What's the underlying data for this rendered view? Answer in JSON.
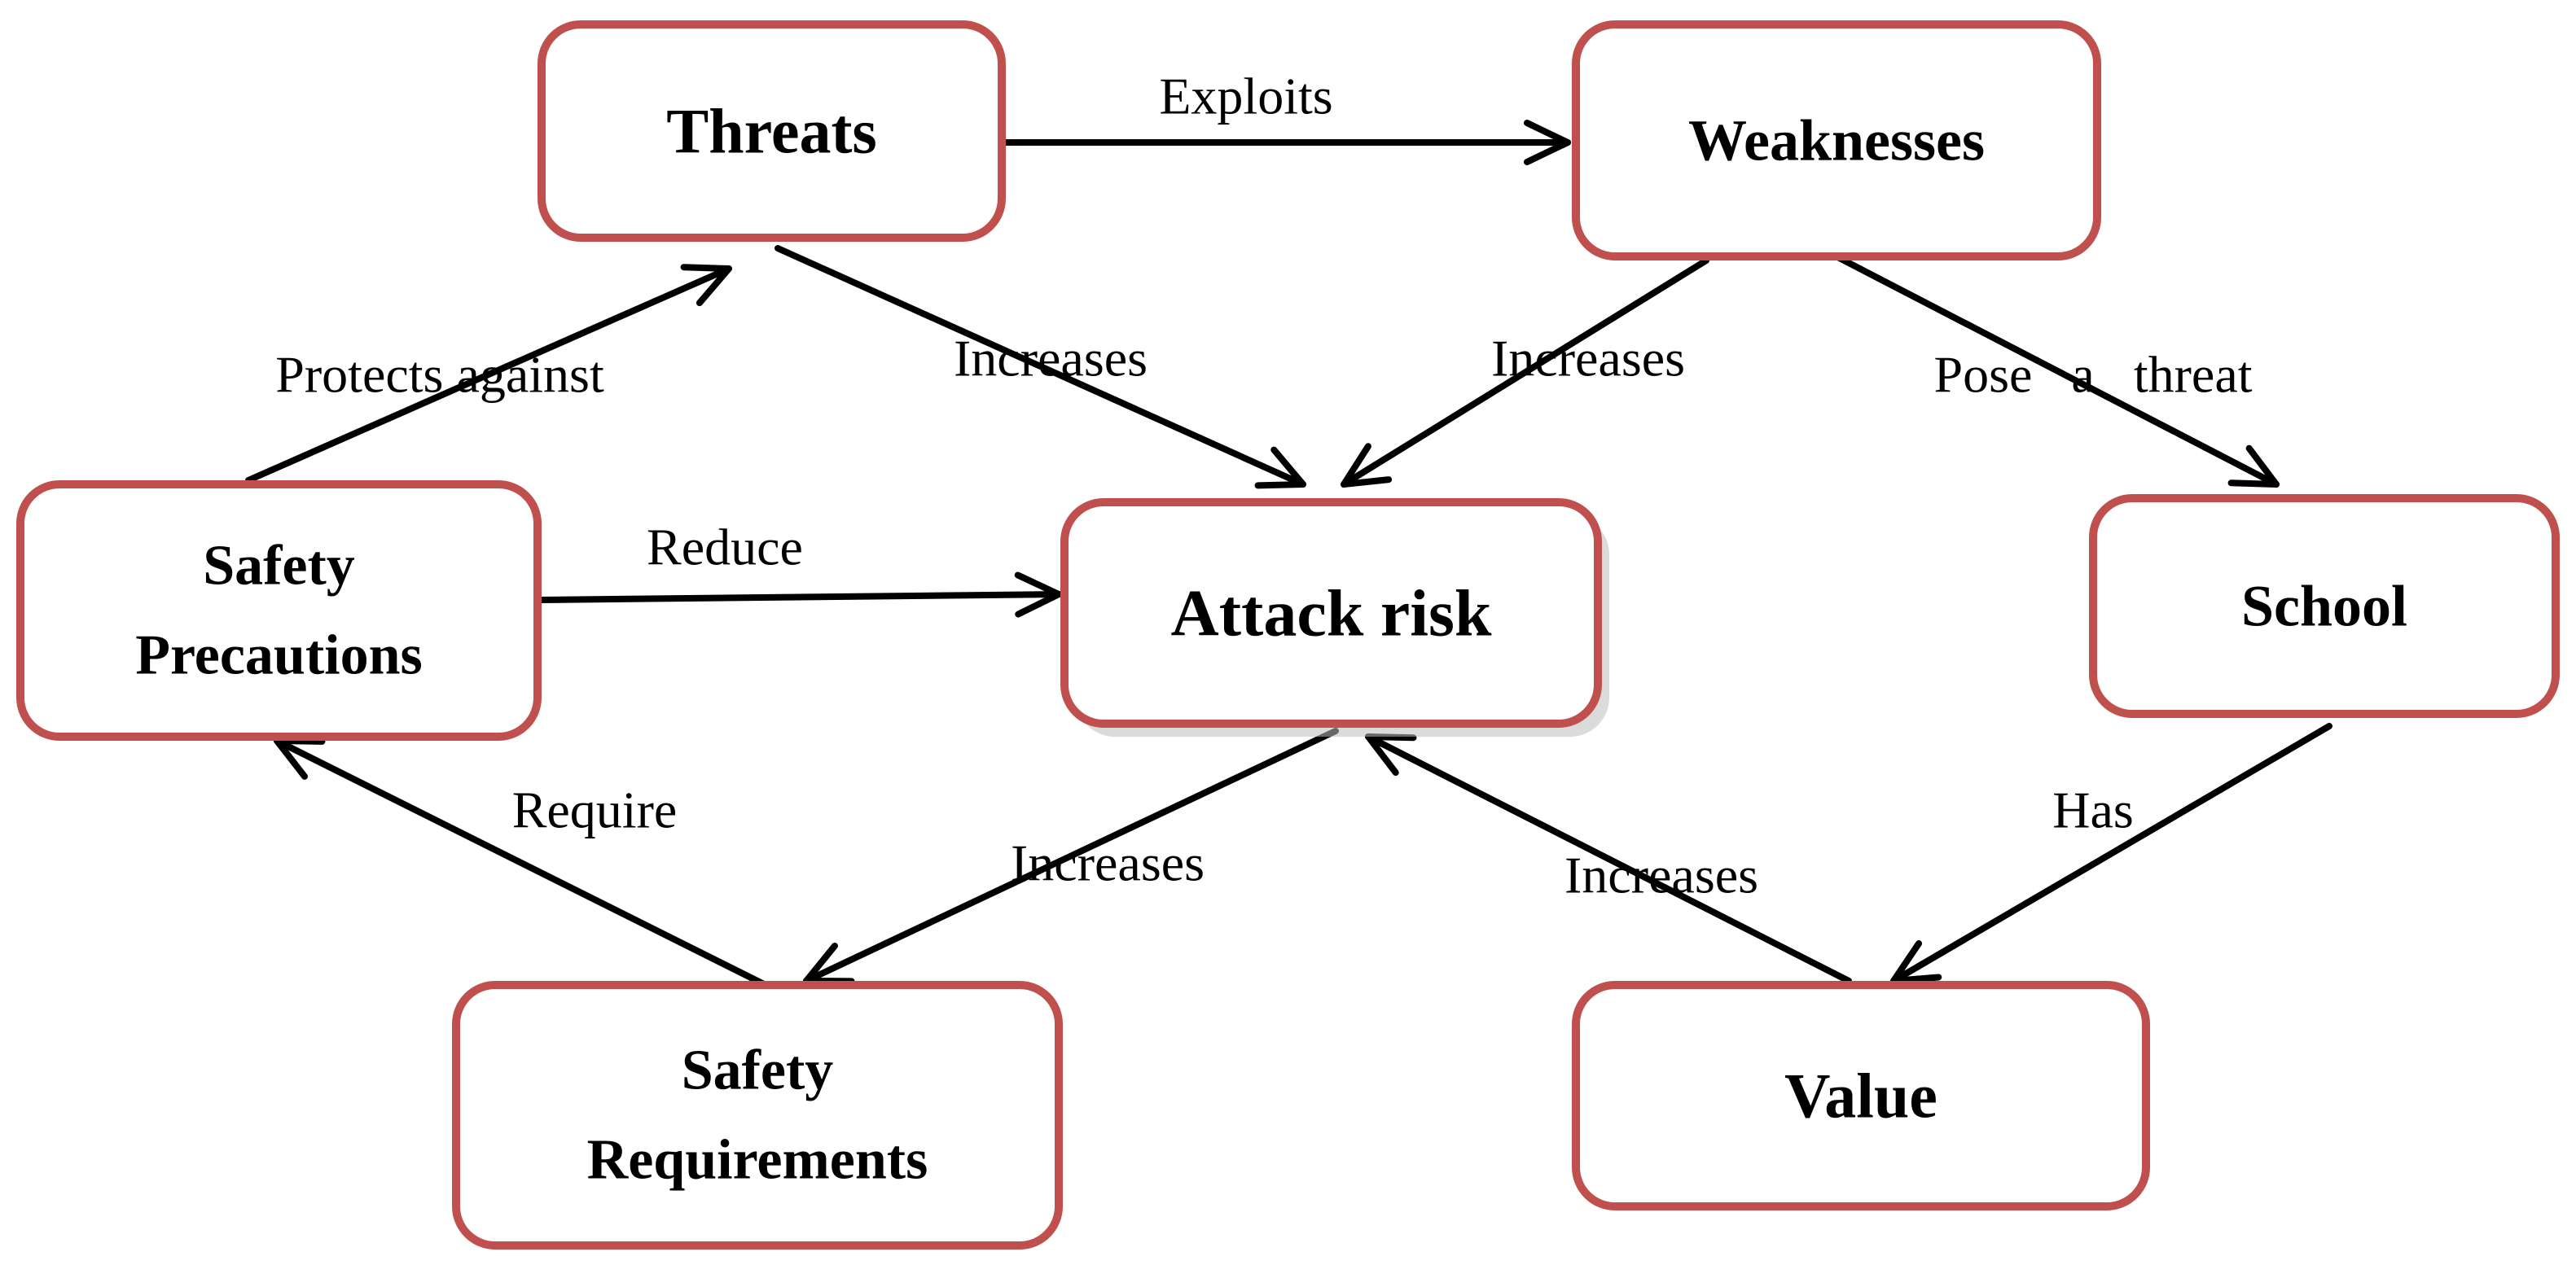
{
  "nodes": {
    "threats": {
      "lines": [
        "Threats"
      ]
    },
    "weaknesses": {
      "lines": [
        "Weaknesses"
      ]
    },
    "safety_precautions": {
      "lines": [
        "Safety",
        "Precautions"
      ]
    },
    "attack_risk": {
      "lines": [
        "Attack risk"
      ]
    },
    "school": {
      "lines": [
        "School"
      ]
    },
    "safety_requirements": {
      "lines": [
        "Safety",
        "Requirements"
      ]
    },
    "value": {
      "lines": [
        "Value"
      ]
    }
  },
  "edges": {
    "exploits": {
      "label": "Exploits",
      "from": "threats",
      "to": "weaknesses"
    },
    "protects_against": {
      "label": "Protects against",
      "from": "safety_precautions",
      "to": "threats"
    },
    "threats_increases": {
      "label": "Increases",
      "from": "threats",
      "to": "attack_risk"
    },
    "weaknesses_increases": {
      "label": "Increases",
      "from": "weaknesses",
      "to": "attack_risk"
    },
    "pose_a_threat": {
      "label": "Pose   a   threat",
      "from": "weaknesses",
      "to": "school"
    },
    "reduce": {
      "label": "Reduce",
      "from": "safety_precautions",
      "to": "attack_risk"
    },
    "require": {
      "label": "Require",
      "from": "safety_requirements",
      "to": "safety_precautions"
    },
    "risk_increases_requirements": {
      "label": "Increases",
      "from": "attack_risk",
      "to": "safety_requirements"
    },
    "value_increases": {
      "label": "Increases",
      "from": "value",
      "to": "attack_risk"
    },
    "has": {
      "label": "Has",
      "from": "school",
      "to": "value"
    }
  },
  "colors": {
    "node_border": "#c0504d",
    "arrow": "#000000"
  }
}
